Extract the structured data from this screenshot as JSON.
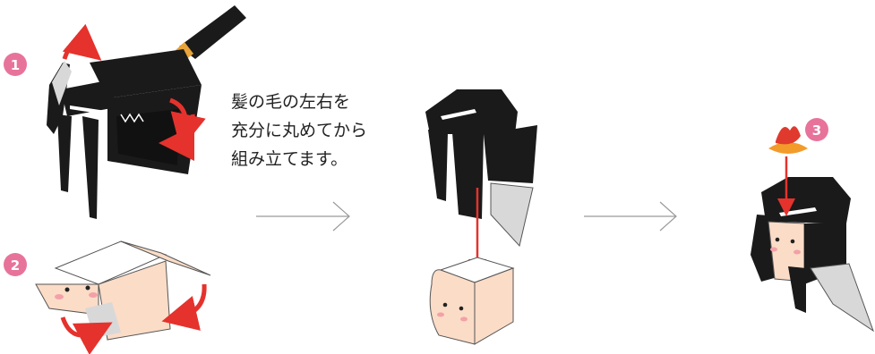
{
  "instruction": {
    "lines": [
      "髪の毛の左右を",
      "充分に丸めてから",
      "組み立てます。"
    ]
  },
  "steps": [
    {
      "number": "1",
      "badge_color": "#e8739a"
    },
    {
      "number": "2",
      "badge_color": "#e8739a"
    },
    {
      "number": "3",
      "badge_color": "#e8739a"
    }
  ],
  "colors": {
    "hair": "#1a1a1a",
    "skin": "#fbdcc7",
    "arrow_red": "#e5322d",
    "hair_tie": "#e8a33a",
    "ornament_orange": "#f39b2a",
    "ornament_red": "#e03a2e",
    "inner_gray": "#d8d8d8",
    "connector": "#9a9a9a"
  },
  "icons": {
    "flow_arrow": "long-right-arrow-icon",
    "curl_arrow": "curved-red-arrow-icon",
    "insert_arrow": "down-red-arrow-icon"
  }
}
